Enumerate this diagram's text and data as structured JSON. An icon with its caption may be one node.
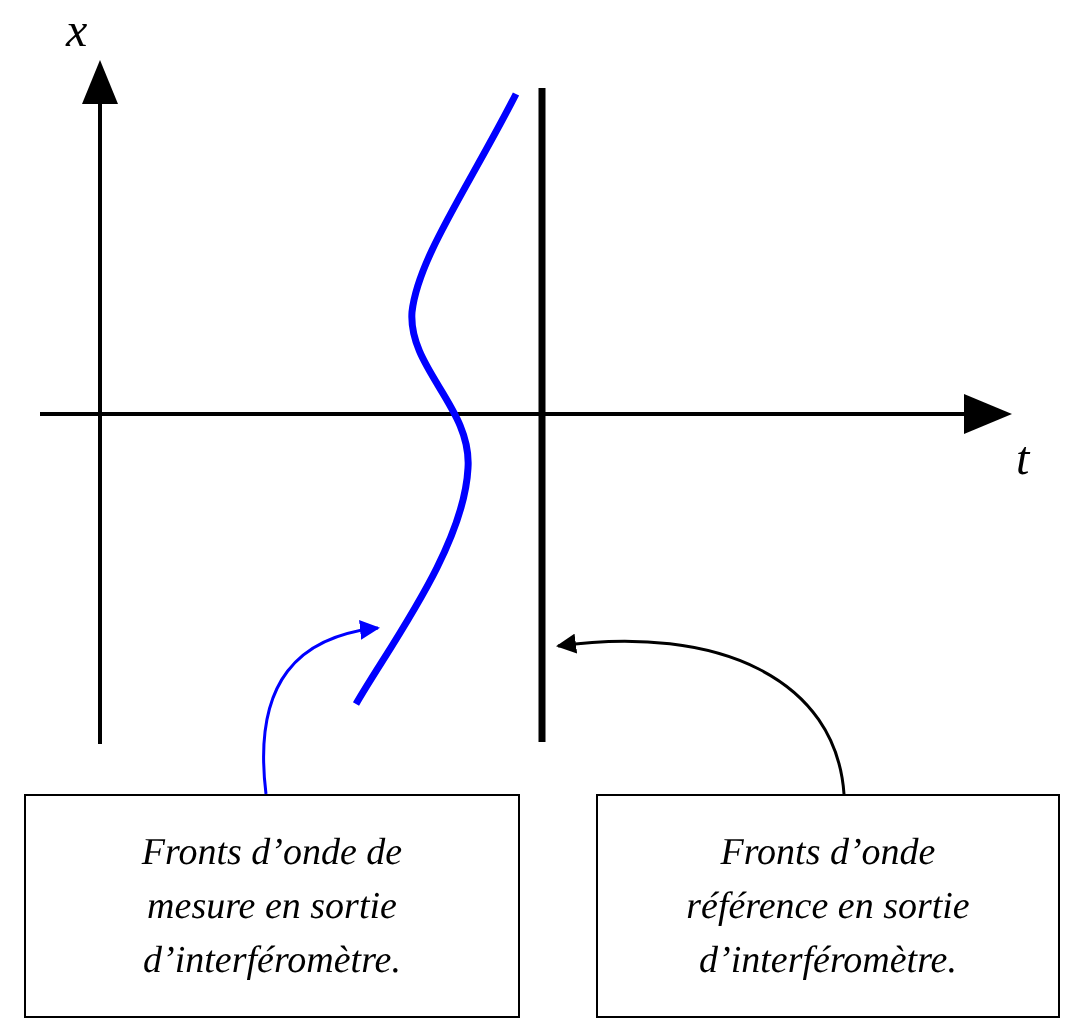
{
  "diagram": {
    "nodes": [
      {
        "text": [
          "Fronts d’onde de mesure en sortie d’interféromètre."
        ]
      },
      {
        "text": [
          "Fronts d’onde référence en sortie d’interféromètre."
        ]
      },
      {
        "text": [],
        "shape": "line"
      },
      {
        "text": [],
        "shape": "line"
      }
    ],
    "edges": [
      {
        "from": 0,
        "to": 2,
        "arrow": "to",
        "color": "#0000ff"
      },
      {
        "from": 1,
        "to": 3,
        "arrow": "to",
        "color": "#000000"
      }
    ],
    "labels": [
      "x",
      "t"
    ]
  }
}
